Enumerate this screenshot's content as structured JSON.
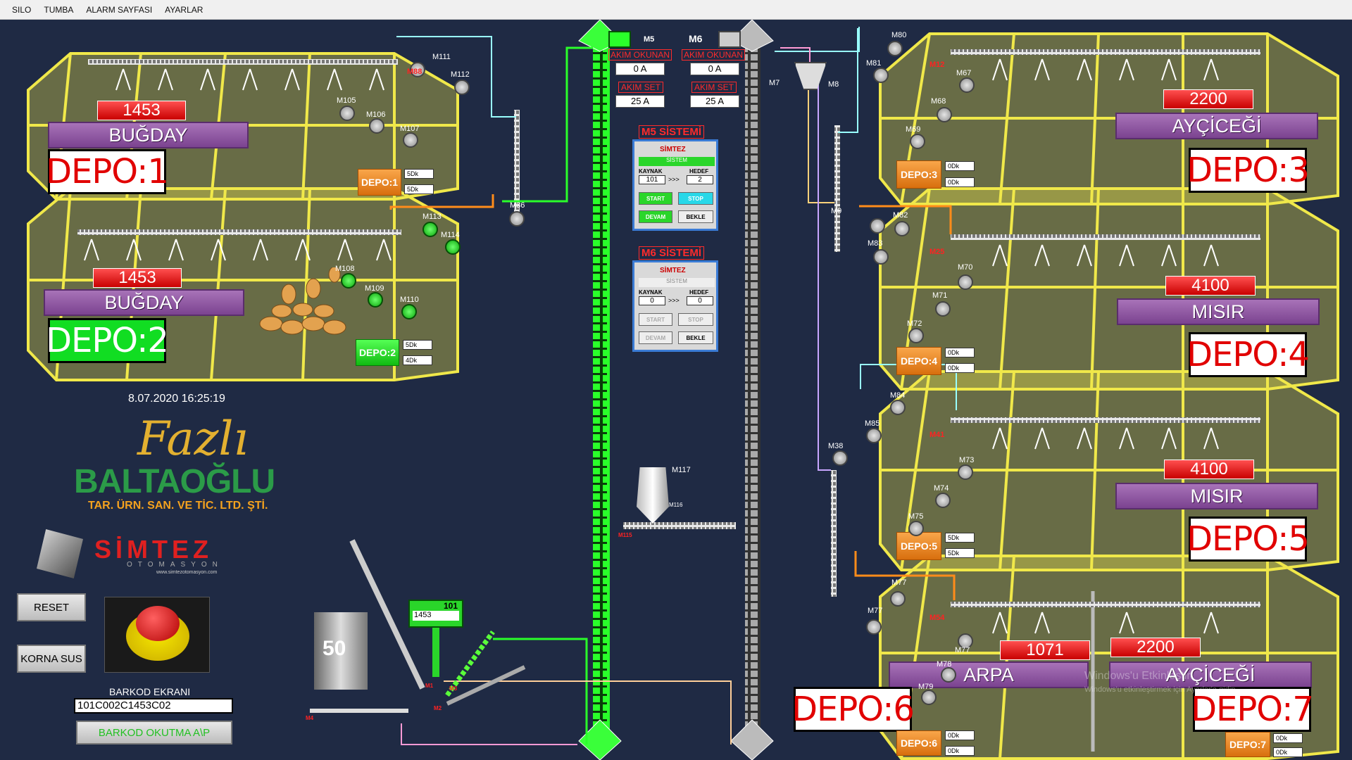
{
  "menu": [
    "SILO",
    "TUMBA",
    "ALARM SAYFASI",
    "AYARLAR"
  ],
  "datetime": "8.07.2020 16:25:19",
  "logo": {
    "line1": "Fazlı",
    "line2": "BALTAOĞLU",
    "line3": "TAR. ÜRN. SAN. VE TİC. LTD. ŞTİ."
  },
  "simtez": {
    "name": "SİMTEZ",
    "sub": "OTOMASYON",
    "url": "www.simtezotomasyon.com"
  },
  "buttons": {
    "reset": "RESET",
    "horn": "KORNA SUS",
    "barcode_toggle": "BARKOD OKUTMA A\\P"
  },
  "barcode": {
    "title": "BARKOD EKRANI",
    "value": "101C002C1453C02"
  },
  "motors": {
    "m5": {
      "name": "M5",
      "akim_okunan": "AKIM OKUNAN",
      "akim_okunan_val": "0 A",
      "akim_set": "AKIM SET",
      "akim_set_val": "25 A"
    },
    "m6": {
      "name": "M6",
      "akim_okunan": "AKIM OKUNAN",
      "akim_okunan_val": "0 A",
      "akim_set": "AKIM SET",
      "akim_set_val": "25 A"
    }
  },
  "systems": {
    "m5": {
      "title": "M5 SİSTEMİ",
      "brand": "SİMTEZ",
      "status": "SİSTEM",
      "kaynak_label": "KAYNAK",
      "hedef_label": "HEDEF",
      "kaynak": "101",
      "arrow": ">>>",
      "hedef": "2",
      "start": "START",
      "stop": "STOP",
      "devam": "DEVAM",
      "bekle": "BEKLE"
    },
    "m6": {
      "title": "M6 SİSTEMİ",
      "brand": "SİMTEZ",
      "status": "SİSTEM",
      "kaynak_label": "KAYNAK",
      "hedef_label": "HEDEF",
      "kaynak": "0",
      "arrow": ">>>",
      "hedef": "0",
      "start": "START",
      "stop": "STOP",
      "devam": "DEVAM",
      "bekle": "BEKLE"
    }
  },
  "depots": [
    {
      "label": "DEPO:1",
      "product": "BUĞDAY",
      "count": "1453",
      "btn": "DEPO:1",
      "f1": "5Dk",
      "f2": "5Dk",
      "active": false
    },
    {
      "label": "DEPO:2",
      "product": "BUĞDAY",
      "count": "1453",
      "btn": "DEPO:2",
      "f1": "5Dk",
      "f2": "4Dk",
      "active": true
    },
    {
      "label": "DEPO:3",
      "product": "AYÇİCEĞİ",
      "count": "2200",
      "btn": "DEPO:3",
      "f1": "0Dk",
      "f2": "0Dk",
      "active": false
    },
    {
      "label": "DEPO:4",
      "product": "MISIR",
      "count": "4100",
      "btn": "DEPO:4",
      "f1": "0Dk",
      "f2": "0Dk",
      "active": false
    },
    {
      "label": "DEPO:5",
      "product": "MISIR",
      "count": "4100",
      "btn": "DEPO:5",
      "f1": "5Dk",
      "f2": "5Dk",
      "active": false
    },
    {
      "label": "DEPO:6",
      "product": "ARPA",
      "count": "1071",
      "btn": "DEPO:6",
      "f1": "0Dk",
      "f2": "0Dk",
      "active": false
    },
    {
      "label": "DEPO:7",
      "product": "AYÇİCEĞİ",
      "count": "2200",
      "btn": "DEPO:7",
      "f1": "0Dk",
      "f2": "0Dk",
      "active": false
    }
  ],
  "intake": {
    "silo_value": "50",
    "hopper_code": "101",
    "hopper_value": "1453"
  },
  "motor_labels": {
    "m111": "M111",
    "m112": "M112",
    "m105": "M105",
    "m106": "M106",
    "m107": "M107",
    "m88": "M88",
    "m113": "M113",
    "m114": "M114",
    "m108": "M108",
    "m109": "M109",
    "m110": "M110",
    "m36": "M36",
    "m80": "M80",
    "m81": "M81",
    "m12": "M12",
    "m67": "M67",
    "m68": "M68",
    "m69": "M69",
    "m7": "M7",
    "m8": "M8",
    "m9": "M9",
    "m82": "M82",
    "m83": "M83",
    "m25": "M25",
    "m70": "M70",
    "m71": "M71",
    "m72": "M72",
    "m84": "M84",
    "m85": "M85",
    "m41": "M41",
    "m73": "M73",
    "m74": "M74",
    "m75": "M75",
    "m38": "M38",
    "m77a": "M77",
    "m77b": "M77",
    "m54": "M54",
    "m77c": "M77",
    "m78": "M78",
    "m79": "M79",
    "m117": "M117",
    "m116": "M116",
    "m115": "M115",
    "m1": "M1",
    "m2": "M2",
    "m3": "M3",
    "m4": "M4"
  },
  "watermark": {
    "line1": "Windows'u Etkinleştir",
    "line2": "Windows'u etkinleştirmek için Ayarlar'a gidin."
  }
}
